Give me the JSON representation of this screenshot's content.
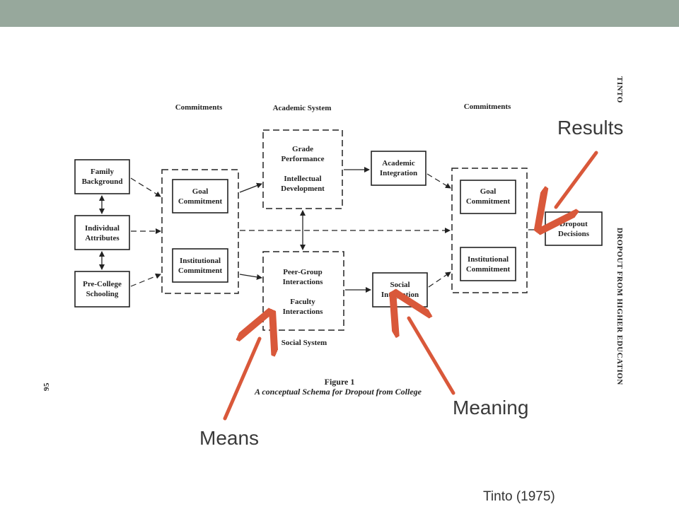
{
  "headers": {
    "commitments_left": "Commitments",
    "academic_system": "Academic System",
    "commitments_right": "Commitments",
    "social_system": "Social System"
  },
  "boxes": {
    "family_background": [
      "Family",
      "Background"
    ],
    "individual_attributes": [
      "Individual",
      "Attributes"
    ],
    "pre_college_schooling": [
      "Pre-College",
      "Schooling"
    ],
    "goal_commitment_left": [
      "Goal",
      "Commitment"
    ],
    "institutional_commitment_left": [
      "Institutional",
      "Commitment"
    ],
    "grade_performance": [
      "Grade",
      "Performance"
    ],
    "intellectual_development": [
      "Intellectual",
      "Development"
    ],
    "peer_group_interactions": [
      "Peer-Group",
      "Interactions"
    ],
    "faculty_interactions": [
      "Faculty",
      "Interactions"
    ],
    "academic_integration": [
      "Academic",
      "Integration"
    ],
    "social_integration": [
      "Social",
      "Integration"
    ],
    "goal_commitment_right": [
      "Goal",
      "Commitment"
    ],
    "institutional_commitment_right": [
      "Institutional",
      "Commitment"
    ],
    "dropout_decisions": [
      "Dropout",
      "Decisions"
    ]
  },
  "figure": {
    "label": "Figure 1",
    "caption": "A conceptual Schema for Dropout from College"
  },
  "page_margin": {
    "running_head": "TINTO",
    "section_title": "DROPOUT FROM HIGHER EDUCATION",
    "page_number": "95"
  },
  "annotations": {
    "results": "Results",
    "meaning": "Meaning",
    "means": "Means"
  },
  "citation": "Tinto (1975)",
  "colors": {
    "top_bar": "#97a89c",
    "annotation_arrow": "#d9583a"
  }
}
